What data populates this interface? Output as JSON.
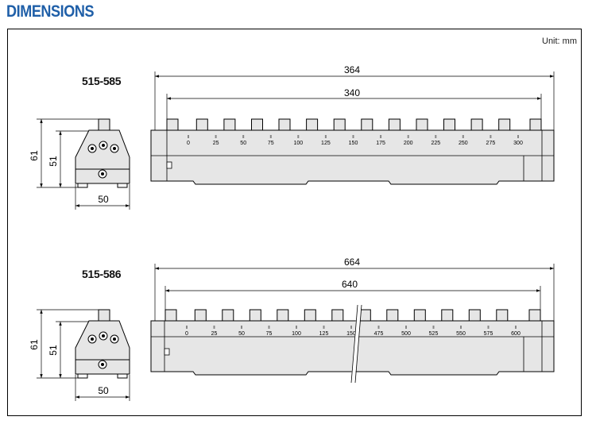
{
  "title": "DIMENSIONS",
  "unit_label": "Unit: mm",
  "accent_color": "#1f5fa8",
  "part_fill": "#e6e6e6",
  "parts": [
    {
      "model": "515-585",
      "overall_length": "364",
      "scale_length": "340",
      "height_total": "61",
      "height_body": "51",
      "width": "50",
      "scale_marks": [
        "0",
        "25",
        "50",
        "75",
        "100",
        "125",
        "150",
        "175",
        "200",
        "225",
        "250",
        "275",
        "300"
      ]
    },
    {
      "model": "515-586",
      "overall_length": "664",
      "scale_length": "640",
      "height_total": "61",
      "height_body": "51",
      "width": "50",
      "scale_marks": [
        "0",
        "25",
        "50",
        "75",
        "100",
        "125",
        "150",
        "475",
        "500",
        "525",
        "550",
        "575",
        "600"
      ]
    }
  ]
}
